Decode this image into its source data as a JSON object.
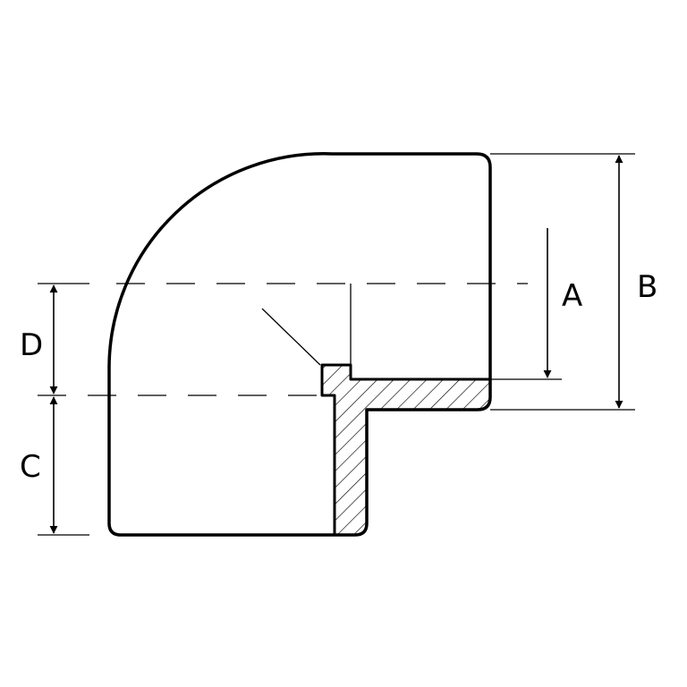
{
  "diagram": {
    "colors": {
      "stroke": "#000000",
      "background": "#ffffff",
      "hatch": "#000000"
    },
    "dimensions": [
      {
        "id": "A",
        "label": "A"
      },
      {
        "id": "B",
        "label": "B"
      },
      {
        "id": "C",
        "label": "C"
      },
      {
        "id": "D",
        "label": "D"
      }
    ]
  }
}
